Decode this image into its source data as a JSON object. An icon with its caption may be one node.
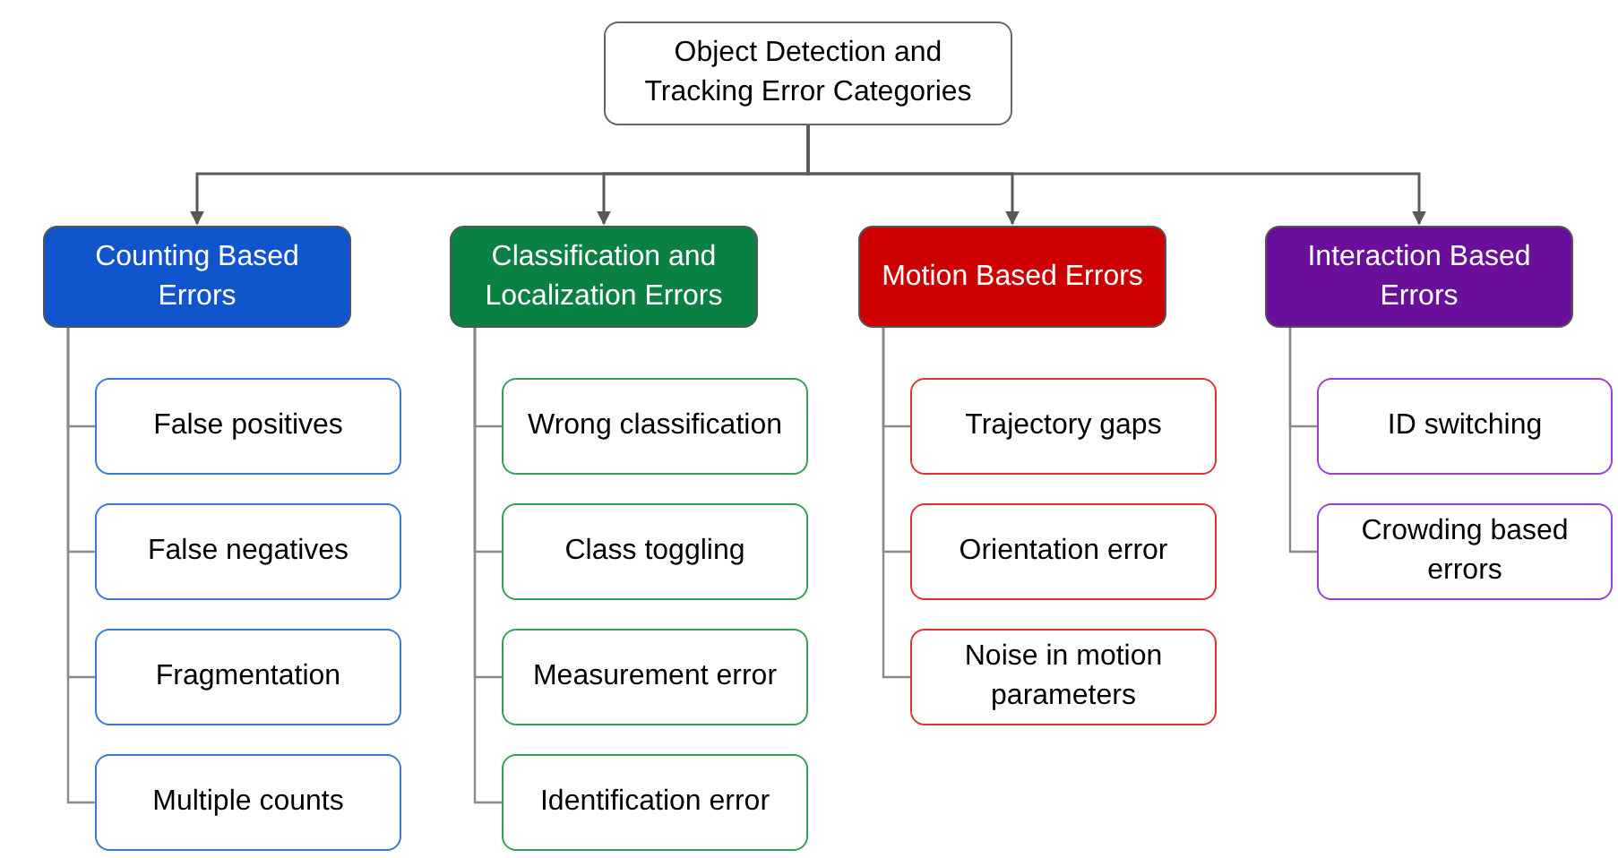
{
  "diagram": {
    "nodes": [
      {
        "text": [
          "Object Detection and Tracking Error Categories"
        ]
      },
      {
        "text": [
          "Counting Based Errors"
        ]
      },
      {
        "text": [
          "False positives"
        ]
      },
      {
        "text": [
          "False negatives"
        ]
      },
      {
        "text": [
          "Fragmentation"
        ]
      },
      {
        "text": [
          "Multiple counts"
        ]
      },
      {
        "text": [
          "Classification and Localization Errors"
        ]
      },
      {
        "text": [
          "Wrong classification"
        ]
      },
      {
        "text": [
          "Class toggling"
        ]
      },
      {
        "text": [
          "Measurement error"
        ]
      },
      {
        "text": [
          "Identification error"
        ]
      },
      {
        "text": [
          "Motion Based Errors"
        ]
      },
      {
        "text": [
          "Trajectory gaps"
        ]
      },
      {
        "text": [
          "Orientation error"
        ]
      },
      {
        "text": [
          "Noise in motion parameters"
        ]
      },
      {
        "text": [
          "Interaction Based Errors"
        ]
      },
      {
        "text": [
          "ID switching"
        ]
      },
      {
        "text": [
          "Crowding based errors"
        ]
      }
    ],
    "edges": [
      {
        "from": 0,
        "to": 1,
        "arrow": "to"
      },
      {
        "from": 0,
        "to": 6,
        "arrow": "to"
      },
      {
        "from": 0,
        "to": 11,
        "arrow": "to"
      },
      {
        "from": 0,
        "to": 15,
        "arrow": "to"
      },
      {
        "from": 1,
        "to": 2,
        "arrow": "none"
      },
      {
        "from": 1,
        "to": 3,
        "arrow": "none"
      },
      {
        "from": 1,
        "to": 4,
        "arrow": "none"
      },
      {
        "from": 1,
        "to": 5,
        "arrow": "none"
      },
      {
        "from": 6,
        "to": 7,
        "arrow": "none"
      },
      {
        "from": 6,
        "to": 8,
        "arrow": "none"
      },
      {
        "from": 6,
        "to": 9,
        "arrow": "none"
      },
      {
        "from": 6,
        "to": 10,
        "arrow": "none"
      },
      {
        "from": 11,
        "to": 12,
        "arrow": "none"
      },
      {
        "from": 11,
        "to": 13,
        "arrow": "none"
      },
      {
        "from": 11,
        "to": 14,
        "arrow": "none"
      },
      {
        "from": 15,
        "to": 16,
        "arrow": "none"
      },
      {
        "from": 15,
        "to": 17,
        "arrow": "none"
      }
    ]
  }
}
